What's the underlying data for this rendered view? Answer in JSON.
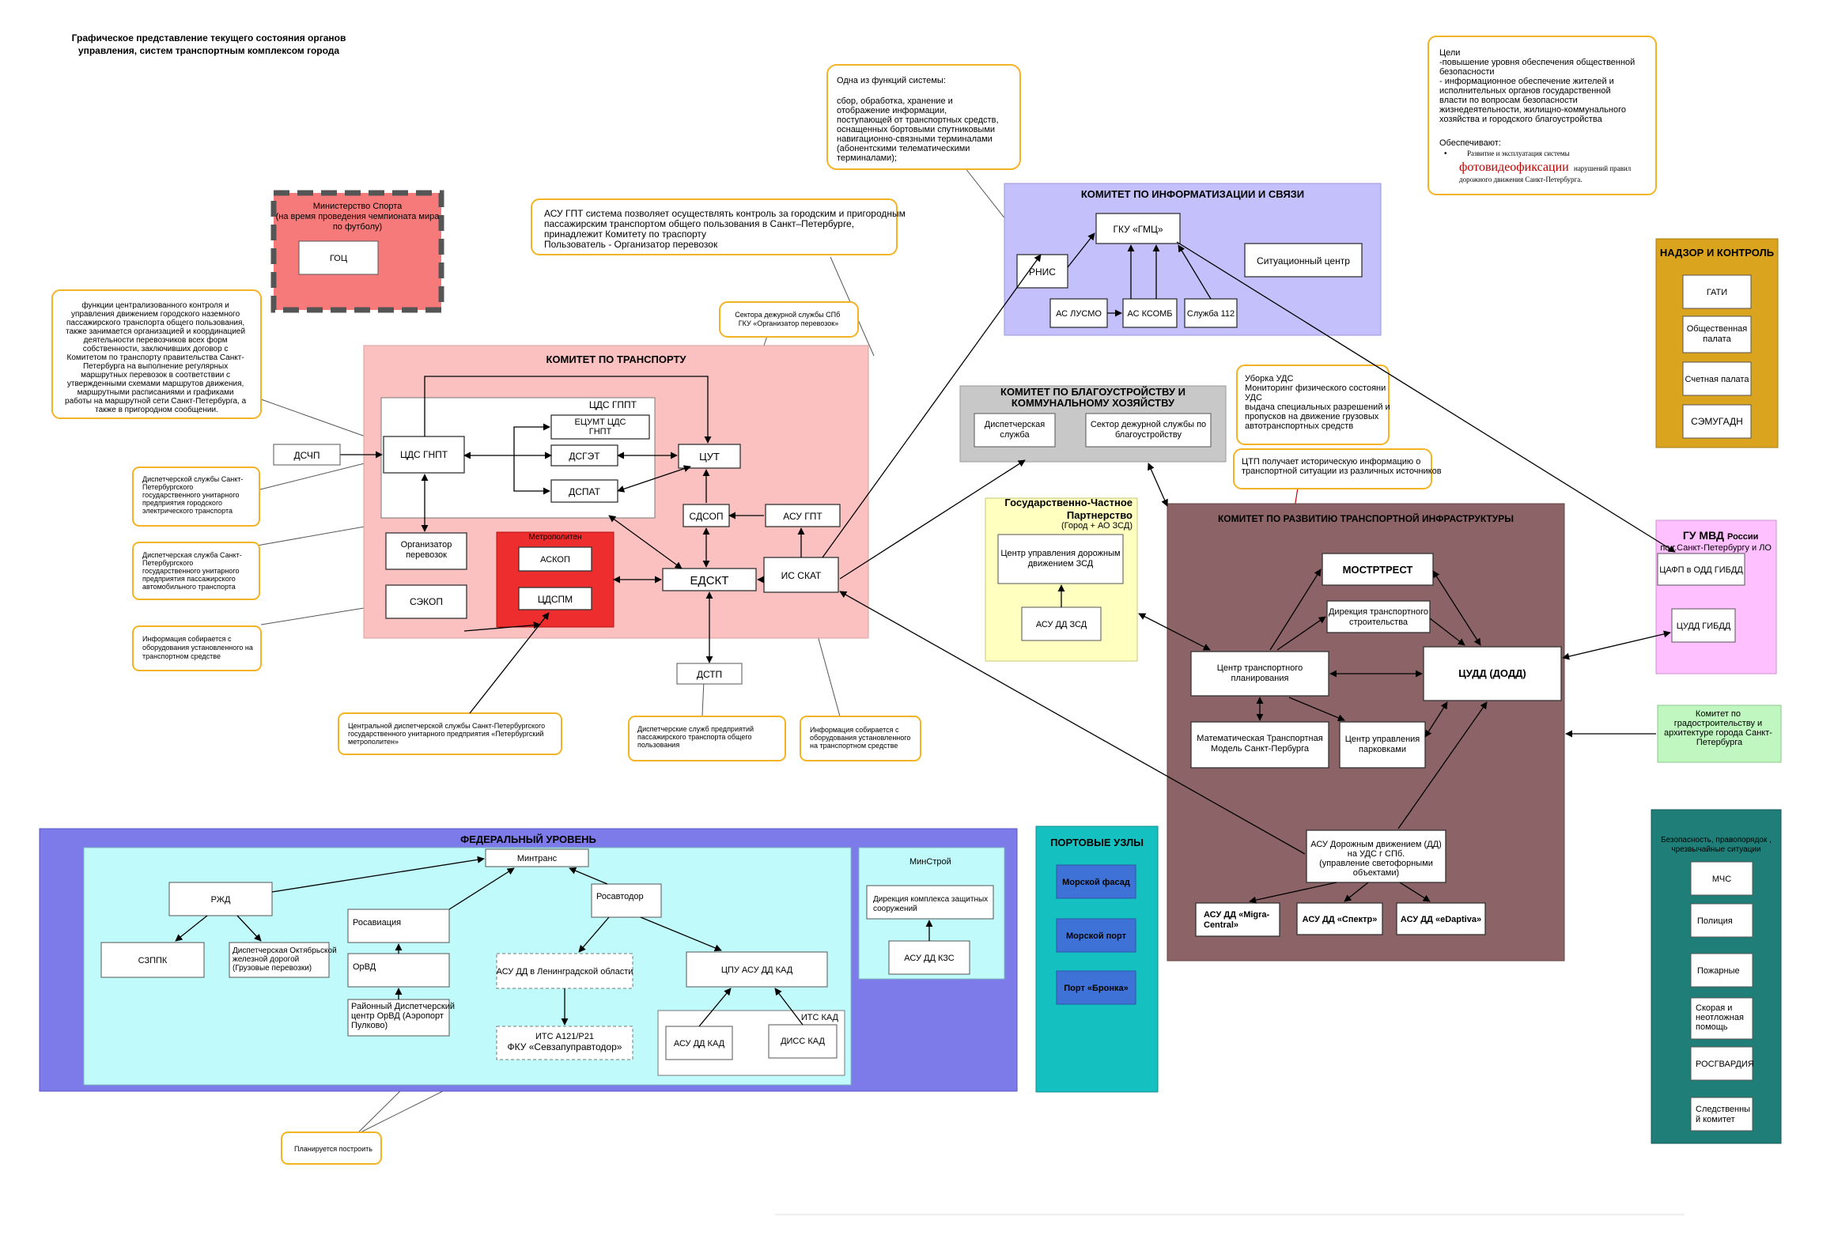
{
  "title": [
    "Графическое представление текущего состояния органов",
    "управления, систем транспортным комплексом города"
  ],
  "minsport": {
    "title": [
      "Министерство Спорта",
      "(на время проведения чемпионата мира",
      "по футболу)"
    ],
    "goc": "ГОЦ"
  },
  "note_functions": [
    "функции централизованного контроля и",
    "управления движением городского наземного",
    "пассажирского транспорта общего пользования,",
    "также занимается организацией и координацией",
    "деятельности перевозчиков всех форм",
    "собственности, заключивших договор с",
    "Комитетом по транспорту правительства Санкт-",
    "Петербурга на выполнение регулярных",
    "маршрутных перевозок в соответствии с",
    "утвержденными схемами маршрутов движения,",
    "маршрутными расписаниями и графиками",
    "работы на маршрутной сети Санкт-Петербурга, а",
    "также в пригородном сообщении."
  ],
  "note_asu_gpt": [
    "АСУ ГПТ система позволяет осуществлять контроль за городским и пригородным",
    "пассажирским транспортом общего пользования в Санкт–Петербурге,",
    "принадлежит Комитету по траспорту",
    "Пользователь - Организатор перевозок"
  ],
  "note_sector_spb": [
    "Сектора дежурной службы СПб",
    "ГКУ «Организатор перевозок»"
  ],
  "note_function": [
    "Одна из функций системы:",
    "",
    "сбор, обработка, хранение и",
    "отображение информации,",
    "поступающей от транспортных средств,",
    "оснащенных бортовыми спутниковыми",
    "навигационно-связными терминалами",
    "(абонентскими телематическими",
    "терминалами);"
  ],
  "note_goals": [
    "Цели",
    "-повышение уровня обеспечения общественной",
    "безопасности",
    "- информационное обеспечение жителей и",
    "исполнительных органов государственной",
    "власти по вопросам безопасности",
    "жизнедеятельности, жилищно-коммунального",
    "хозяйства и городского благоустройства",
    "",
    "Обеспечивают:"
  ],
  "note_goals_bullet": "•",
  "note_goals_small": "Развитие и эксплуатация системы",
  "note_goals_big": "фотовидеофиксации",
  "note_goals_small2": "нарушений правил",
  "note_goals_small3": "дорожного движения Санкт-Петербурга.",
  "transport": {
    "title": "КОМИТЕТ ПО ТРАНСПОРТУ",
    "cds_gppt": "ЦДС ГППТ",
    "cds_gnpt": "ЦДС ГНПТ",
    "eucmt": [
      "ЕЦУМТ ЦДС",
      "ГНПТ"
    ],
    "dsget": "ДСГЭТ",
    "dspat": "ДСПАТ",
    "cut": "ЦУТ",
    "sdsop": "СДСОП",
    "asu_gpt": "АСУ ГПТ",
    "edskt": "ЕДСКТ",
    "is_skat": "ИС СКАТ",
    "org_perevozok": [
      "Организатор",
      "перевозок"
    ],
    "zekop": "СЭКОП",
    "metro": "Метрополитен",
    "askop": "АСКОП",
    "cdspm": "ЦДСПМ"
  },
  "dschp": "ДСЧП",
  "dstp": "ДСТП",
  "note_disp_get": [
    "Диспетчерской службы Санкт-",
    "Петербургского",
    "государственного унитарного",
    "предприятия городского",
    "электрического транспорта"
  ],
  "note_disp_pat": [
    "Диспетчерская служба Санкт-",
    "Петербургского",
    "государственного унитарного",
    "предприятия пассажирского",
    "автомобильного транспорта"
  ],
  "note_info1": [
    "Информация собирается с",
    "оборудования установленного на",
    "транспортном средстве"
  ],
  "note_metro": [
    "Центральной диспетчерской службы Санкт-Петербургского",
    "государственного унитарного предприятия «Петербургский",
    "метрополитен»"
  ],
  "note_disp_pass": [
    "Диспетчерские служб предприятий",
    "пассажирского транспорта общего",
    "пользования"
  ],
  "note_info2": [
    "Информация собирается с",
    "оборудования установленного",
    "на транспортном средстве"
  ],
  "inform": {
    "title": "КОМИТЕТ ПО ИНФОРМАТИЗАЦИИ И СВЯЗИ",
    "gku_gmc": "ГКУ «ГМЦ»",
    "rnis": "РНИС",
    "sit_center": "Ситуационный центр",
    "as_lusmo": "АС ЛУСМО",
    "as_ksomb": "АС КСОМБ",
    "s112": "Служба 112"
  },
  "blago": {
    "title": [
      "КОМИТЕТ ПО БЛАГОУСТРОЙСТВУ И",
      "КОММУНАЛЬНОМУ ХОЗЯЙСТВУ"
    ],
    "disp": [
      "Диспетчерская",
      "служба"
    ],
    "sector": [
      "Сектор дежурной службы по",
      "благоустройству"
    ]
  },
  "note_uds": [
    "Уборка УДС",
    "Мониторинг физического состояни",
    "УДС",
    "выдача специальных разрешений и",
    "пропусков на движение грузовых",
    "автотранспортных средств"
  ],
  "note_ctp": [
    "ЦТП получает историческую информацию о",
    "транспортной ситуации из различных источников"
  ],
  "gchp": {
    "title": [
      "Государственно-Частное",
      "Партнерство"
    ],
    "sub": "(Город + АО ЗСД)",
    "center": [
      "Центр управления дорожным",
      "движением ЗСД"
    ],
    "asu": "АСУ ДД ЗСД"
  },
  "infra": {
    "title": "КОМИТЕТ ПО РАЗВИТИЮ ТРАНСПОРТНОЙ ИНФРАСТРУКТУРЫ",
    "mostrest": "МОСТРТРЕСТ",
    "direction": [
      "Дирекция транспортного",
      "строительства"
    ],
    "ctp": [
      "Центр транспортного",
      "планирования"
    ],
    "cudd": "ЦУДД (ДОДД)",
    "mtm": [
      "Математическая Транспортная",
      "Модель  Санкт-Пербурга"
    ],
    "parking": [
      "Центр управления",
      "парковками"
    ],
    "asu_dd": [
      "АСУ Дорожным движением (ДД)",
      "на УДС г СПб.",
      "(управление светофорными",
      "объектами)"
    ],
    "migra": [
      "АСУ ДД «Migra-",
      "Central»"
    ],
    "spectr": "АСУ ДД «Спектр»",
    "edaptiva": "АСУ ДД «eDaptiva»"
  },
  "nadzor": {
    "title": "НАДЗОР И КОНТРОЛЬ",
    "items": [
      [
        "ГАТИ"
      ],
      [
        "Общественная",
        "палата"
      ],
      [
        "Счетная палата"
      ],
      [
        "СЭМУГАДН"
      ]
    ]
  },
  "gumvd": {
    "title": "ГУ МВД",
    "title2": "России",
    "sub": "по г.Санкт-Петербургу и ЛО",
    "cafp": "ЦАФП в ОДД ГИБДД",
    "cudd_gibdd": "ЦУДД ГИБДД"
  },
  "gradostr": [
    "Комитет по",
    "градостроительству и",
    "архитектуре города Санкт-",
    "Петербурга"
  ],
  "safety": {
    "title": [
      "Безопасность, правопорядок ,",
      "чрезвычайные ситуации"
    ],
    "items": [
      [
        "МЧС"
      ],
      [
        "Полиция"
      ],
      [
        "Пожарные"
      ],
      [
        "Скорая и",
        "неотложная",
        "помощь"
      ],
      [
        "РОСГВАРДИЯ"
      ],
      [
        "Следственны",
        "й комитет"
      ]
    ]
  },
  "ports": {
    "title": "ПОРТОВЫЕ УЗЛЫ",
    "items": [
      "Морской фасад",
      "Морской порт",
      "Порт «Бронка»"
    ]
  },
  "federal": {
    "title": "ФЕДЕРАЛЬНЫЙ УРОВЕНЬ",
    "mintrans": "Минтранс",
    "rzd": "РЖД",
    "rosavtodor": "Росавтодор",
    "rosaviaciya": "Росавиация",
    "szppk": "СЗППК",
    "disp_okt": [
      "Диспетчерская Октябрьской",
      "железной дорогой",
      "(Грузовые перевозки)"
    ],
    "orvd": "ОрВД",
    "raion_orvd": [
      "Районный Диспетчерский",
      "центр  ОрВД (Аэропорт",
      "Пулково)"
    ],
    "asu_lo": "АСУ  ДД в Ленинградской области",
    "cpu_kad": "ЦПУ АСУ ДД КАД",
    "its_kad": "ИТС КАД",
    "asu_dd_kad": "АСУ ДД КАД",
    "diss_kad": "ДИСС КАД",
    "its_a121": [
      "ИТС А121/Р21",
      "ФКУ «Севзапуправтодор»"
    ],
    "minstroy": "МинСтрой",
    "direction_zs": [
      "Дирекция комплекса защитных",
      "сооружений"
    ],
    "asu_kzs": "АСУ ДД КЗС"
  },
  "note_plan": "Планируется построить",
  "colors": {
    "orange_border": "#f3b324",
    "transport_bg": "#fbc0c0",
    "inform_bg": "#c3c0fb",
    "infra_bg": "#8c6467",
    "federal_bg": "#7d7aea",
    "federal_inner": "#c0fafa",
    "ports_bg": "#15c0c0",
    "safety_bg": "#1f7f78",
    "nadzor_bg": "#daa41f",
    "gumvd_bg": "#ffc0ff",
    "gchp_bg": "#ffffc0",
    "minsport_bg": "#f77a7a",
    "metro_bg": "#ee2e2e"
  }
}
